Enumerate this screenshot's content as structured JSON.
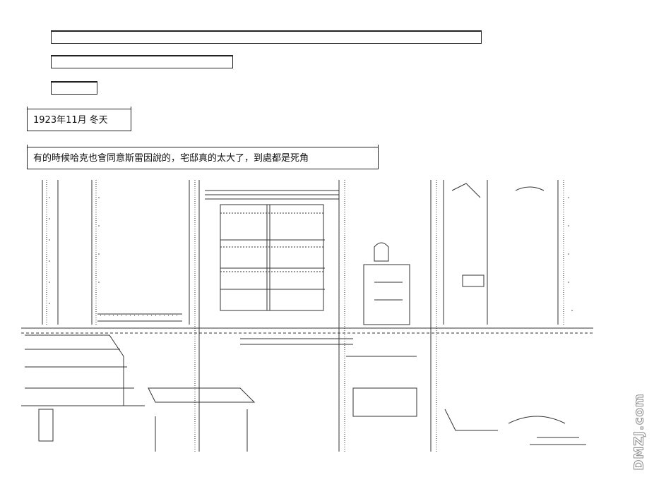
{
  "captions": {
    "date": "1923年11月 冬天",
    "narration": "有的時候哈克也會同意斯雷因說的，宅邸真的太大了，到處都是死角"
  },
  "watermark": {
    "text": "DMZJ.com"
  },
  "colors": {
    "ink": "#111111",
    "background": "#ffffff",
    "watermark_outline": "#888888"
  }
}
